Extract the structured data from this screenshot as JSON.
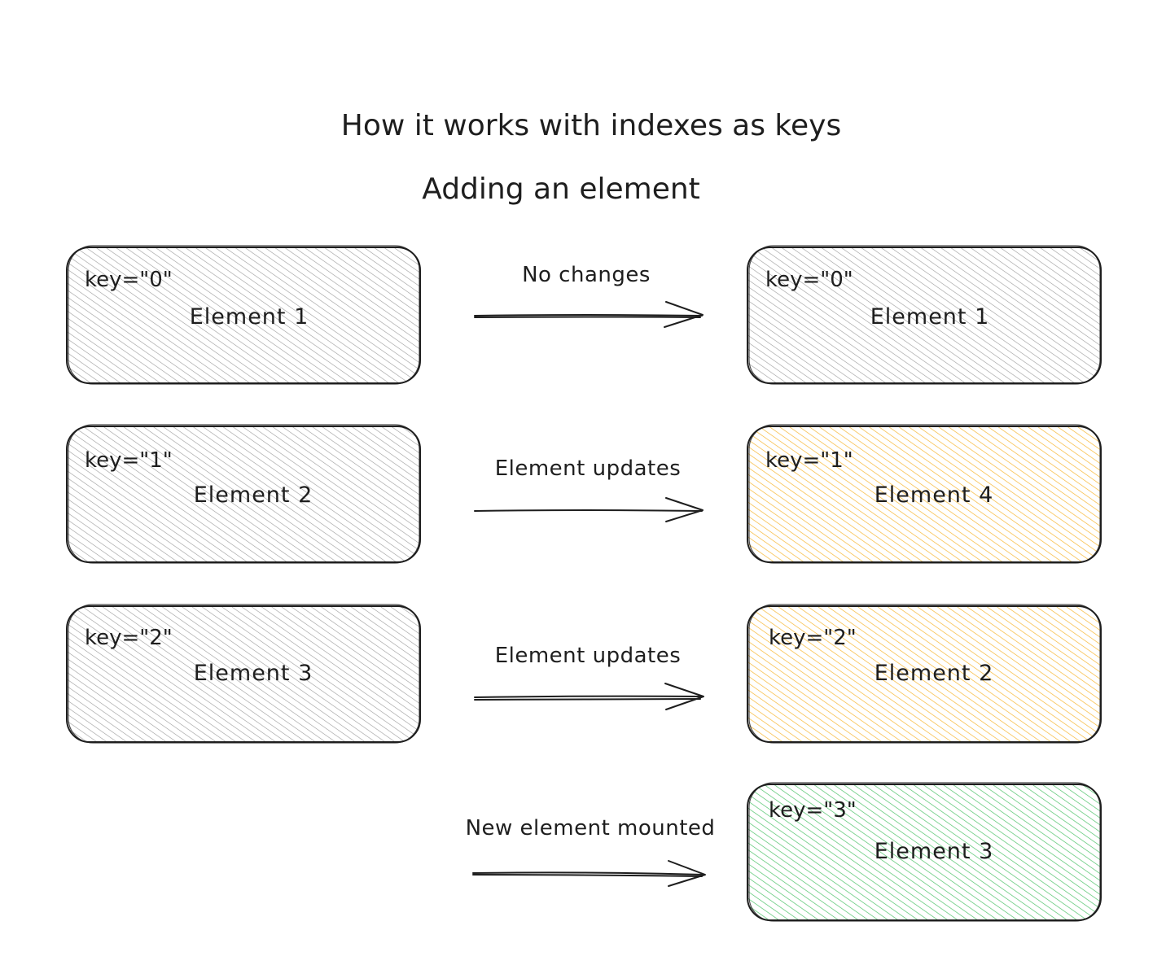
{
  "title": "How it works with indexes as keys",
  "subtitle": "Adding an element",
  "colors": {
    "ink": "#1e1e1e",
    "gray_hatch": "#9a9a9a",
    "yellow_hatch": "#f7b733",
    "green_hatch": "#4fc36a"
  },
  "left_boxes": [
    {
      "key_label": "key=\"0\"",
      "element_label": "Element 1",
      "color": "gray"
    },
    {
      "key_label": "key=\"1\"",
      "element_label": "Element 2",
      "color": "gray"
    },
    {
      "key_label": "key=\"2\"",
      "element_label": "Element 3",
      "color": "gray"
    }
  ],
  "right_boxes": [
    {
      "key_label": "key=\"0\"",
      "element_label": "Element 1",
      "color": "gray"
    },
    {
      "key_label": "key=\"1\"",
      "element_label": "Element 4",
      "color": "yellow"
    },
    {
      "key_label": "key=\"2\"",
      "element_label": "Element 2",
      "color": "yellow"
    },
    {
      "key_label": "key=\"3\"",
      "element_label": "Element 3",
      "color": "green"
    }
  ],
  "arrows": [
    {
      "label": "No changes"
    },
    {
      "label": "Element updates"
    },
    {
      "label": "Element updates"
    },
    {
      "label": "New element mounted"
    }
  ]
}
